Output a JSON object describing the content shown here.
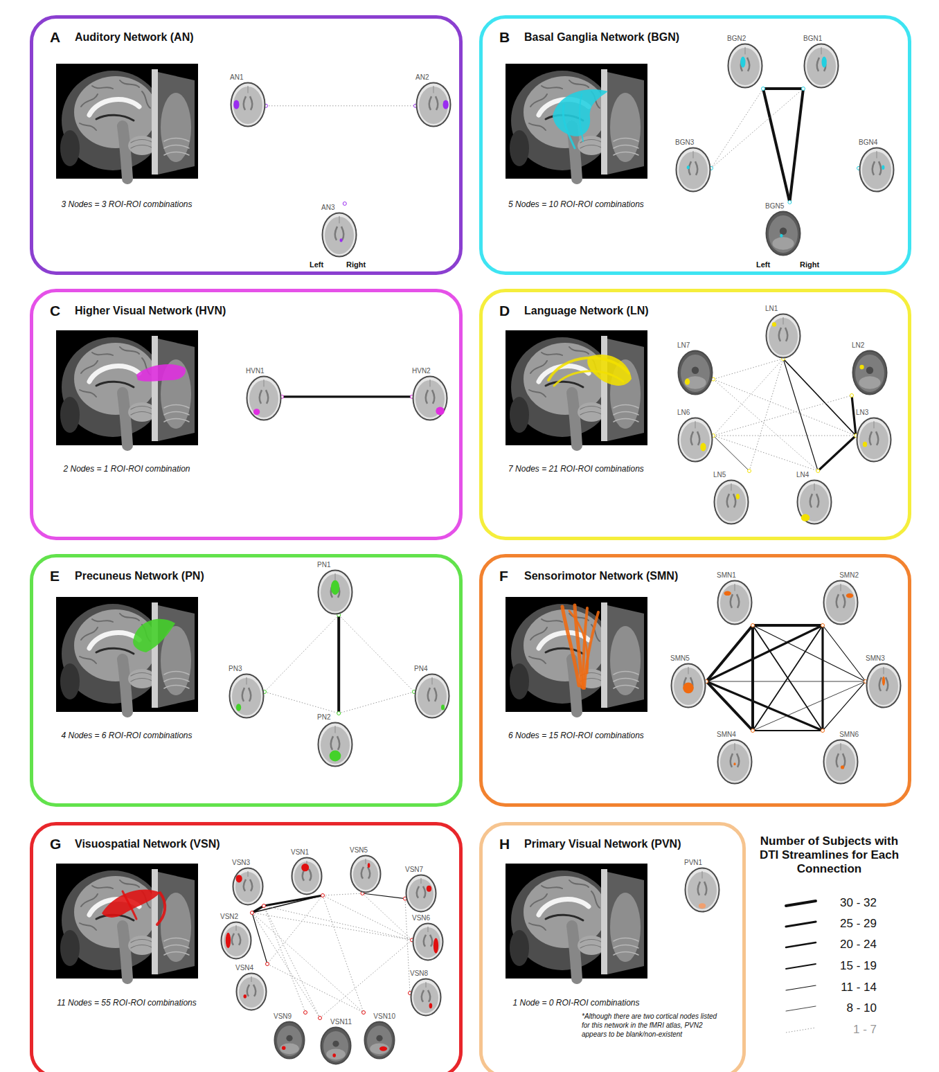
{
  "diagram": {
    "nodes": [
      {
        "text": [
          "A",
          "Auditory Network (AN)",
          "3 Nodes = 3 ROI-ROI combinations"
        ]
      },
      {
        "text": [
          "AN1"
        ],
        "in": 0
      },
      {
        "text": [
          "AN2"
        ],
        "in": 0
      },
      {
        "text": [
          "AN3"
        ],
        "in": 0
      },
      {
        "text": [
          "B",
          "Basal Ganglia Network (BGN)",
          "5 Nodes = 10 ROI-ROI combinations"
        ]
      },
      {
        "text": [
          "BGN1"
        ],
        "in": 4
      },
      {
        "text": [
          "BGN2"
        ],
        "in": 4
      },
      {
        "text": [
          "BGN3"
        ],
        "in": 4
      },
      {
        "text": [
          "BGN4"
        ],
        "in": 4
      },
      {
        "text": [
          "BGN5"
        ],
        "in": 4
      },
      {
        "text": [
          "C",
          "Higher Visual Network (HVN)",
          "2 Nodes = 1 ROI-ROI combination"
        ]
      },
      {
        "text": [
          "HVN1"
        ],
        "in": 10
      },
      {
        "text": [
          "HVN2"
        ],
        "in": 10
      },
      {
        "text": [
          "D",
          "Language Network (LN)",
          "7 Nodes = 21 ROI-ROI combinations"
        ]
      },
      {
        "text": [
          "LN1"
        ],
        "in": 13
      },
      {
        "text": [
          "LN2"
        ],
        "in": 13
      },
      {
        "text": [
          "LN3"
        ],
        "in": 13
      },
      {
        "text": [
          "LN4"
        ],
        "in": 13
      },
      {
        "text": [
          "LN5"
        ],
        "in": 13
      },
      {
        "text": [
          "LN6"
        ],
        "in": 13
      },
      {
        "text": [
          "LN7"
        ],
        "in": 13
      },
      {
        "text": [
          "E",
          "Precuneus Network (PN)",
          "4 Nodes = 6 ROI-ROI combinations"
        ]
      },
      {
        "text": [
          "PN1"
        ],
        "in": 21
      },
      {
        "text": [
          "PN2"
        ],
        "in": 21
      },
      {
        "text": [
          "PN3"
        ],
        "in": 21
      },
      {
        "text": [
          "PN4"
        ],
        "in": 21
      },
      {
        "text": [
          "F",
          "Sensorimotor Network (SMN)",
          "6 Nodes = 15 ROI-ROI combinations"
        ]
      },
      {
        "text": [
          "SMN1"
        ],
        "in": 26
      },
      {
        "text": [
          "SMN2"
        ],
        "in": 26
      },
      {
        "text": [
          "SMN3"
        ],
        "in": 26
      },
      {
        "text": [
          "SMN4"
        ],
        "in": 26
      },
      {
        "text": [
          "SMN5"
        ],
        "in": 26
      },
      {
        "text": [
          "SMN6"
        ],
        "in": 26
      },
      {
        "text": [
          "G",
          "Visuospatial Network (VSN)",
          "11 Nodes = 55 ROI-ROI combinations"
        ]
      },
      {
        "text": [
          "VSN1"
        ],
        "in": 33
      },
      {
        "text": [
          "VSN2"
        ],
        "in": 33
      },
      {
        "text": [
          "VSN3"
        ],
        "in": 33
      },
      {
        "text": [
          "VSN4"
        ],
        "in": 33
      },
      {
        "text": [
          "VSN5"
        ],
        "in": 33
      },
      {
        "text": [
          "VSN6"
        ],
        "in": 33
      },
      {
        "text": [
          "VSN7"
        ],
        "in": 33
      },
      {
        "text": [
          "VSN8"
        ],
        "in": 33
      },
      {
        "text": [
          "VSN9"
        ],
        "in": 33
      },
      {
        "text": [
          "VSN10"
        ],
        "in": 33
      },
      {
        "text": [
          "VSN11"
        ],
        "in": 33
      },
      {
        "text": [
          "H",
          "Primary Visual Network (PVN)",
          "1 Node = 0 ROI-ROI combinations",
          "*Although there are two cortical nodes listed for this network in the fMRI atlas, PVN2 appears to be blank/non-existent"
        ]
      },
      {
        "text": [
          "PVN1"
        ],
        "in": 45
      }
    ],
    "edges": [
      {
        "from": 1,
        "to": 2,
        "arrow": "none"
      },
      {
        "from": 6,
        "to": 5,
        "arrow": "none"
      },
      {
        "from": 6,
        "to": 9,
        "arrow": "none"
      },
      {
        "from": 5,
        "to": 9,
        "arrow": "none"
      },
      {
        "from": 6,
        "to": 7,
        "arrow": "none"
      },
      {
        "from": 5,
        "to": 7,
        "arrow": "none"
      },
      {
        "from": 11,
        "to": 12,
        "arrow": "none"
      },
      {
        "from": 14,
        "to": 16,
        "arrow": "none"
      },
      {
        "from": 15,
        "to": 16,
        "arrow": "none"
      },
      {
        "from": 16,
        "to": 17,
        "arrow": "none"
      },
      {
        "from": 14,
        "to": 17,
        "arrow": "none"
      },
      {
        "from": 14,
        "to": 20,
        "arrow": "none"
      },
      {
        "from": 14,
        "to": 19,
        "arrow": "none"
      },
      {
        "from": 14,
        "to": 18,
        "arrow": "none"
      },
      {
        "from": 20,
        "to": 16,
        "arrow": "none"
      },
      {
        "from": 19,
        "to": 16,
        "arrow": "none"
      },
      {
        "from": 19,
        "to": 15,
        "arrow": "none"
      },
      {
        "from": 20,
        "to": 17,
        "arrow": "none"
      },
      {
        "from": 19,
        "to": 17,
        "arrow": "none"
      },
      {
        "from": 19,
        "to": 18,
        "arrow": "none"
      },
      {
        "from": 22,
        "to": 23,
        "arrow": "none"
      },
      {
        "from": 22,
        "to": 24,
        "arrow": "none"
      },
      {
        "from": 22,
        "to": 25,
        "arrow": "none"
      },
      {
        "from": 24,
        "to": 23,
        "arrow": "none"
      },
      {
        "from": 25,
        "to": 23,
        "arrow": "none"
      },
      {
        "from": 27,
        "to": 28,
        "arrow": "none"
      },
      {
        "from": 31,
        "to": 27,
        "arrow": "none"
      },
      {
        "from": 31,
        "to": 28,
        "arrow": "none"
      },
      {
        "from": 31,
        "to": 30,
        "arrow": "none"
      },
      {
        "from": 31,
        "to": 32,
        "arrow": "none"
      },
      {
        "from": 27,
        "to": 30,
        "arrow": "none"
      },
      {
        "from": 28,
        "to": 32,
        "arrow": "none"
      },
      {
        "from": 27,
        "to": 32,
        "arrow": "none"
      },
      {
        "from": 28,
        "to": 30,
        "arrow": "none"
      },
      {
        "from": 30,
        "to": 32,
        "arrow": "none"
      },
      {
        "from": 27,
        "to": 29,
        "arrow": "none"
      },
      {
        "from": 28,
        "to": 29,
        "arrow": "none"
      },
      {
        "from": 29,
        "to": 30,
        "arrow": "none"
      },
      {
        "from": 29,
        "to": 32,
        "arrow": "none"
      },
      {
        "from": 31,
        "to": 29,
        "arrow": "none"
      },
      {
        "from": 34,
        "to": 36,
        "arrow": "none"
      },
      {
        "from": 36,
        "to": 35,
        "arrow": "none"
      },
      {
        "from": 34,
        "to": 35,
        "arrow": "none"
      },
      {
        "from": 35,
        "to": 37,
        "arrow": "none"
      },
      {
        "from": 38,
        "to": 40,
        "arrow": "none"
      },
      {
        "from": 34,
        "to": 38,
        "arrow": "none"
      },
      {
        "from": 34,
        "to": 37,
        "arrow": "none"
      },
      {
        "from": 34,
        "to": 39,
        "arrow": "none"
      },
      {
        "from": 34,
        "to": 43,
        "arrow": "none"
      },
      {
        "from": 36,
        "to": 44,
        "arrow": "none"
      },
      {
        "from": 36,
        "to": 39,
        "arrow": "none"
      },
      {
        "from": 35,
        "to": 39,
        "arrow": "none"
      },
      {
        "from": 35,
        "to": 43,
        "arrow": "none"
      },
      {
        "from": 35,
        "to": 44,
        "arrow": "none"
      },
      {
        "from": 37,
        "to": 43,
        "arrow": "none"
      },
      {
        "from": 38,
        "to": 39,
        "arrow": "none"
      },
      {
        "from": 40,
        "to": 41,
        "arrow": "none"
      },
      {
        "from": 42,
        "to": 36,
        "arrow": "none"
      },
      {
        "from": 44,
        "to": 39,
        "arrow": "none"
      }
    ],
    "labels": [
      "Left",
      "Right",
      "Left",
      "Right",
      "Number of Subjects with DTI Streamlines for Each Connection"
    ],
    "legend": [
      {
        "text": "30 - 32"
      },
      {
        "text": "25 - 29"
      },
      {
        "text": "20 - 24"
      },
      {
        "text": "15 - 19"
      },
      {
        "text": "11 - 14"
      },
      {
        "text": "8 - 10"
      },
      {
        "text": "1 - 7"
      }
    ]
  }
}
